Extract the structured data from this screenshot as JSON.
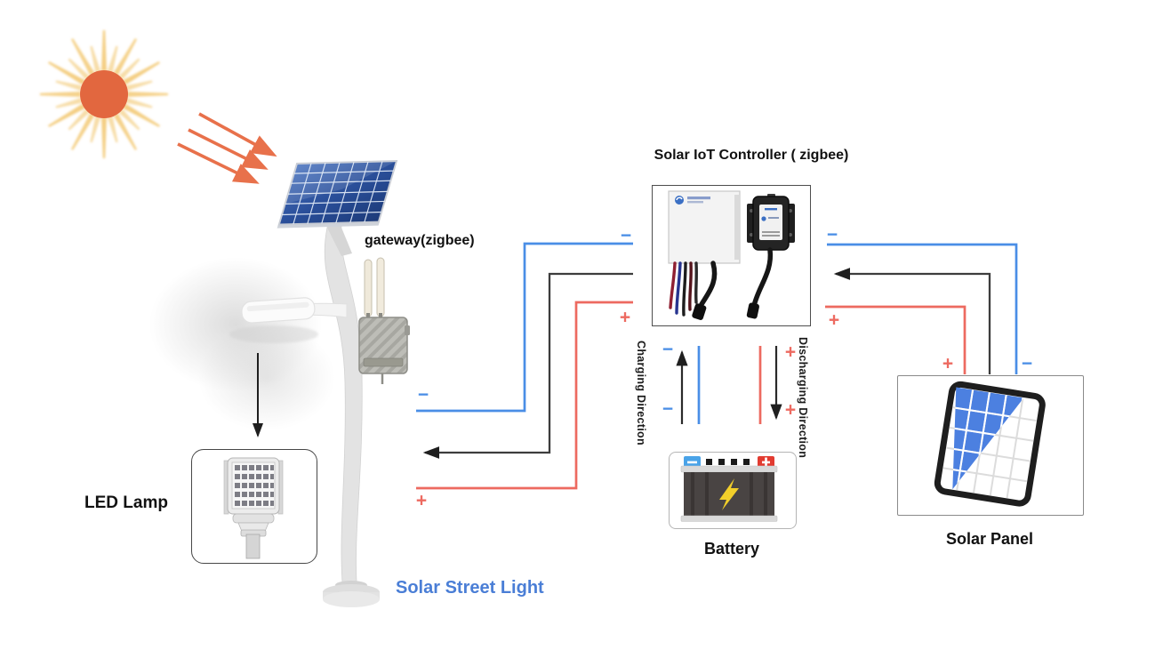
{
  "controller": {
    "title": "Solar IoT Controller ( zigbee)"
  },
  "gateway": {
    "label": "gateway(zigbee)"
  },
  "led_lamp": {
    "label": "LED Lamp"
  },
  "battery": {
    "label": "Battery"
  },
  "solar_panel": {
    "label": "Solar Panel"
  },
  "street_light": {
    "label": "Solar Street Light"
  },
  "flow": {
    "charging": "Charging Direction",
    "discharging": "Discharging Direction"
  },
  "polarity": {
    "plus": "+",
    "minus": "−"
  },
  "colors": {
    "wire_negative_blue": "#4a8ee6",
    "wire_positive_red": "#ed6a60",
    "wire_load_black": "#3d3d3d",
    "sun_core_orange": "#e2673f",
    "sun_ray_yellow": "#f2c76e",
    "sunlight_arrow_orange": "#e8714b",
    "street_light_label_blue": "#4a7ed6",
    "battery_bolt_yellow": "#f2cf2a",
    "battery_terminal_blue": "#4aa3e8",
    "battery_terminal_red": "#e23b30",
    "panel_cell_blue": "#4c80e0"
  }
}
